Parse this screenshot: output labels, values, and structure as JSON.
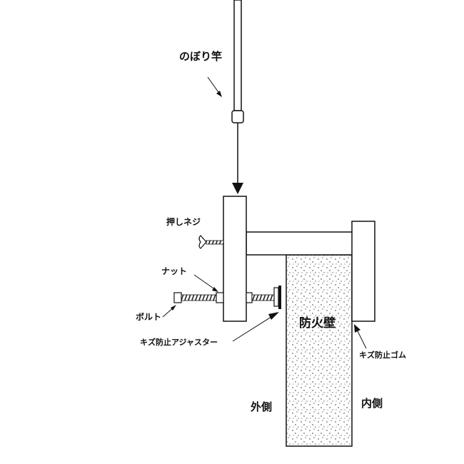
{
  "labels": {
    "pole": "のぼり竿",
    "push_screw": "押しネジ",
    "nut": "ナット",
    "bolt": "ボルト",
    "adjuster": "キズ防止アジャスター",
    "firewall": "防火壁",
    "rubber": "キズ防止ゴム",
    "outside": "外側",
    "inside": "内側"
  },
  "colors": {
    "stroke": "#111111",
    "fill": "#ffffff"
  },
  "icons": {
    "wing_screw": "wing-screw-icon",
    "bolt": "threaded-bolt-icon"
  }
}
